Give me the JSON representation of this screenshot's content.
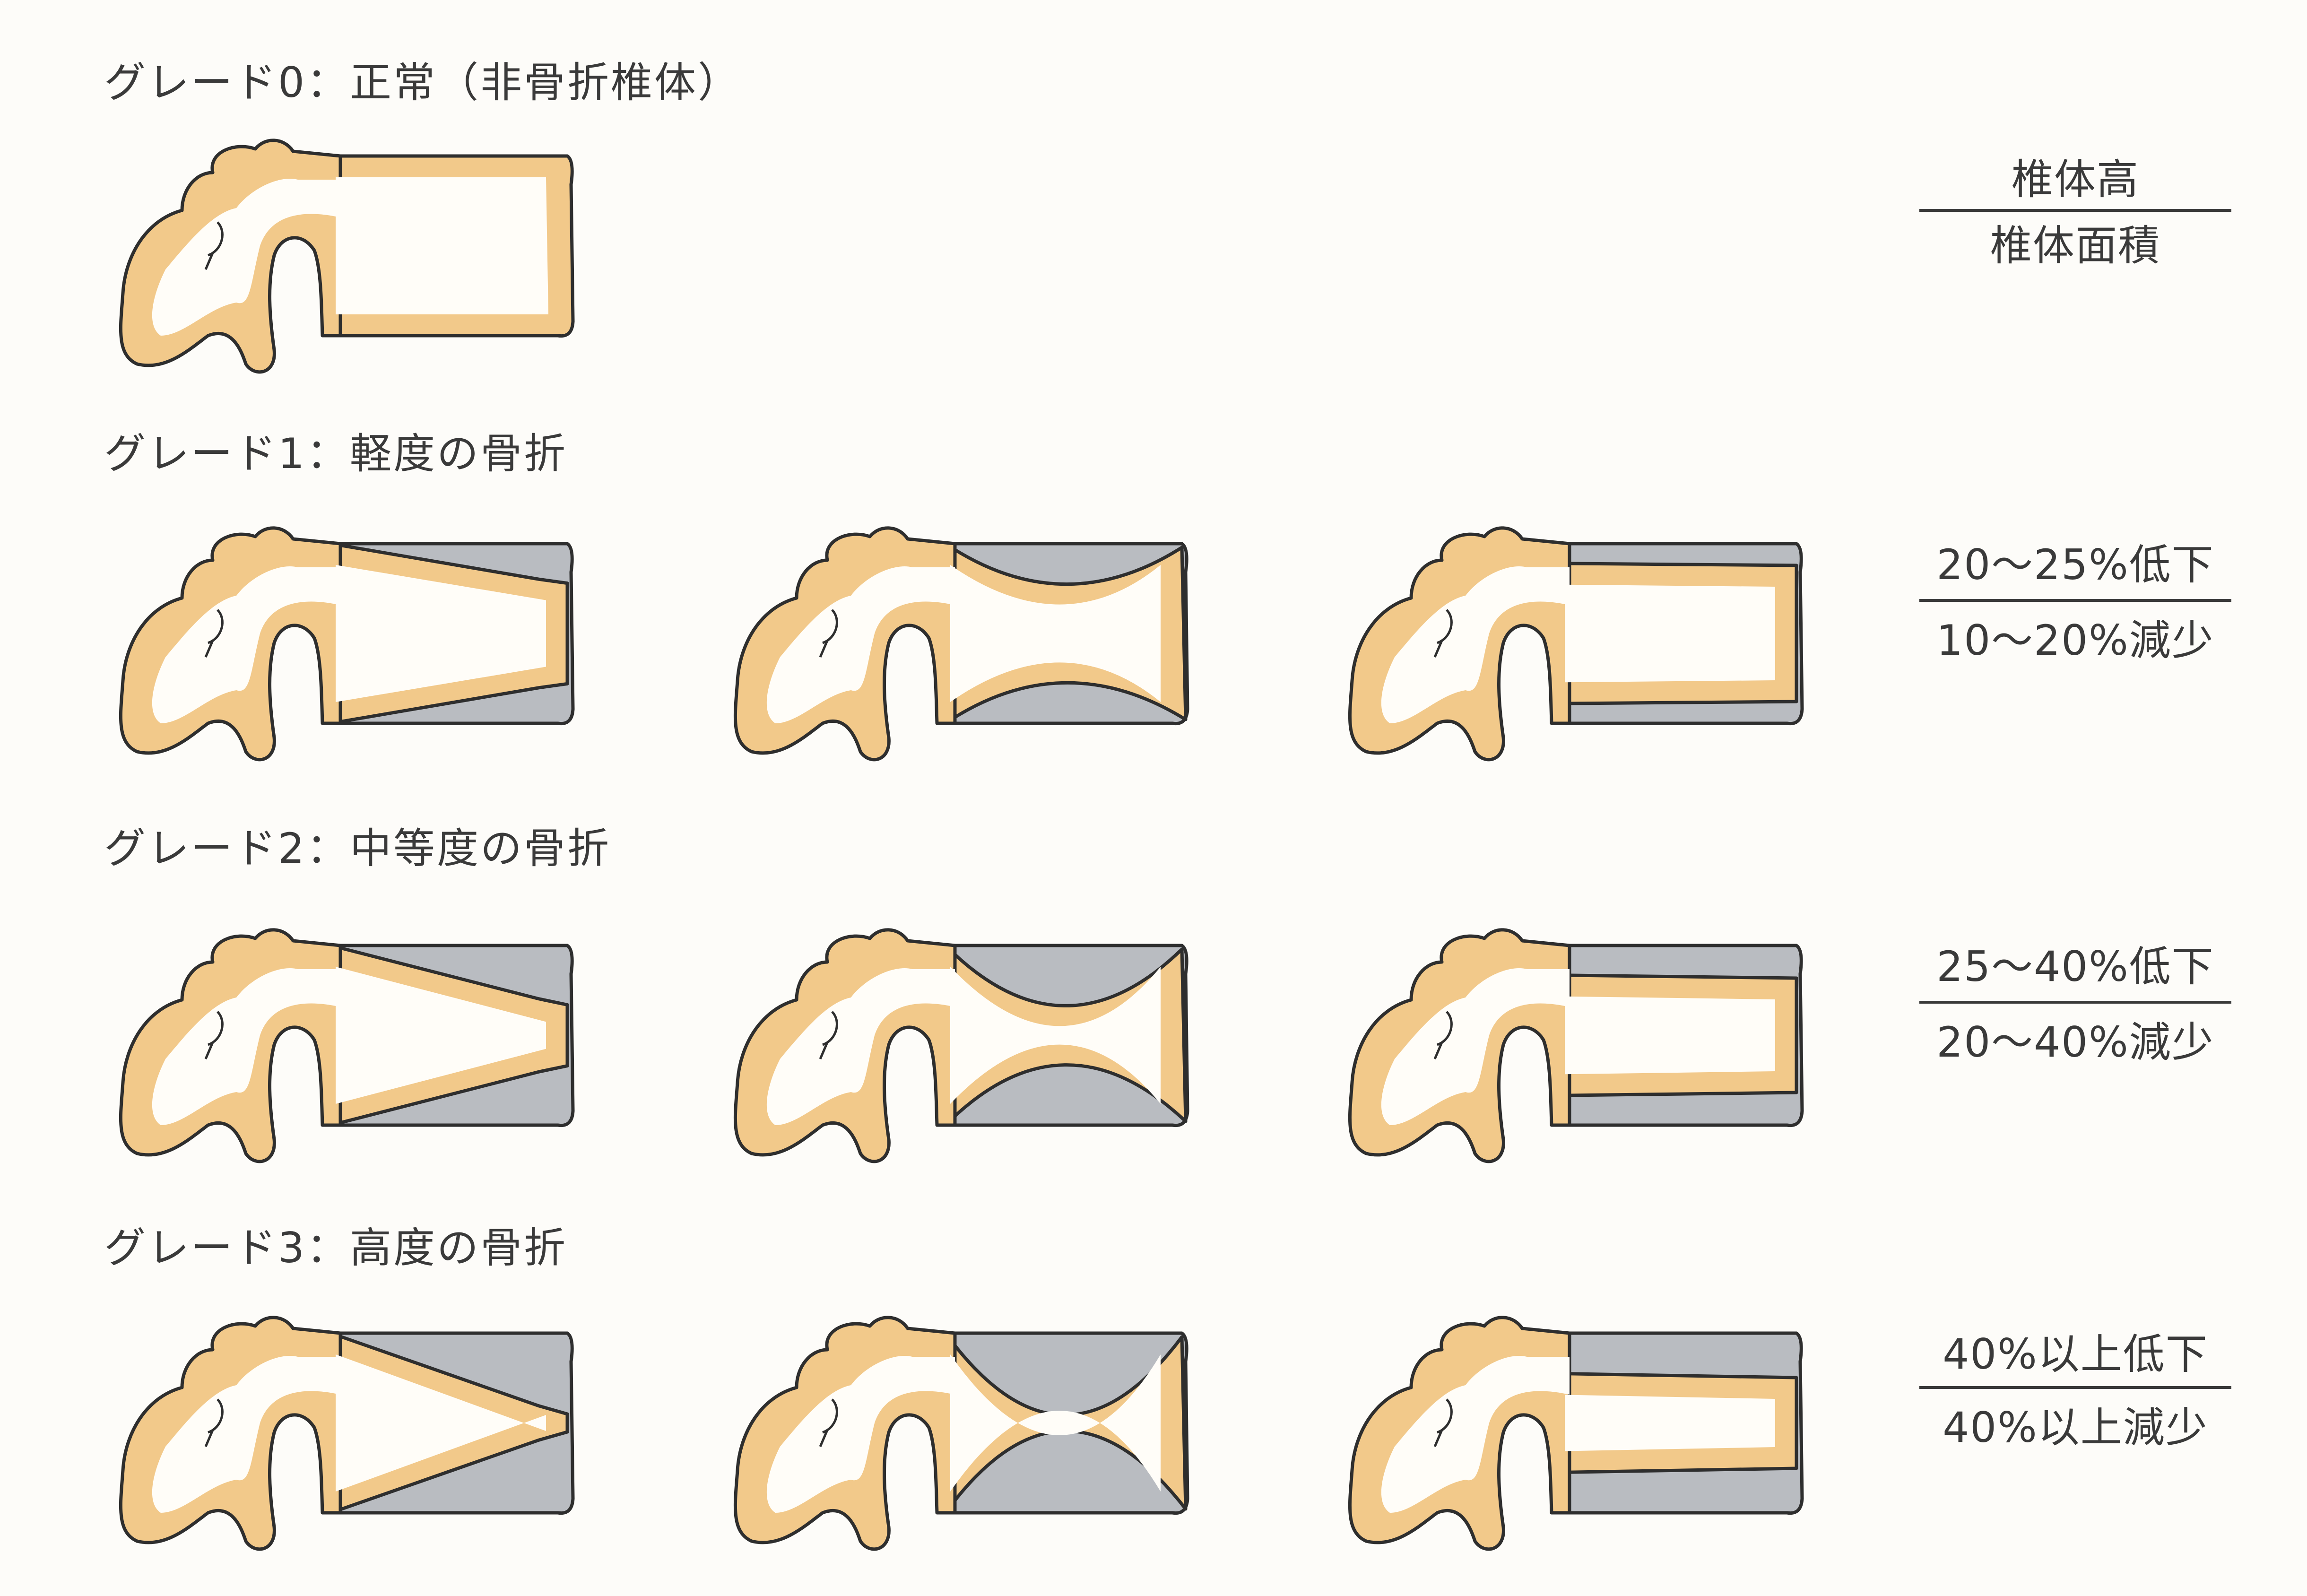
{
  "colors": {
    "background": "#fdfcf9",
    "outline": "#2e2e2e",
    "bone_rim": "#f2c98a",
    "bone_inner": "#fffdf8",
    "compressed_region": "#b9bcc1"
  },
  "legend": {
    "numerator": "椎体高",
    "denominator": "椎体面積"
  },
  "grades": [
    {
      "title": "グレード0：正常（非骨折椎体）",
      "ratio_top": "",
      "ratio_bottom": "",
      "vertebrae": [
        {
          "shape": "normal",
          "compression": 0
        }
      ]
    },
    {
      "title": "グレード1：軽度の骨折",
      "ratio_top": "20～25%低下",
      "ratio_bottom": "10～20%減少",
      "vertebrae": [
        {
          "shape": "wedge",
          "compression": 0.22
        },
        {
          "shape": "biconcave",
          "compression": 0.22
        },
        {
          "shape": "crush",
          "compression": 0.22
        }
      ]
    },
    {
      "title": "グレード2：中等度の骨折",
      "ratio_top": "25～40%低下",
      "ratio_bottom": "20～40%減少",
      "vertebrae": [
        {
          "shape": "wedge",
          "compression": 0.33
        },
        {
          "shape": "biconcave",
          "compression": 0.33
        },
        {
          "shape": "crush",
          "compression": 0.33
        }
      ]
    },
    {
      "title": "グレード3：高度の骨折",
      "ratio_top": "40%以上低下",
      "ratio_bottom": "40%以上減少",
      "vertebrae": [
        {
          "shape": "wedge",
          "compression": 0.45
        },
        {
          "shape": "biconcave",
          "compression": 0.45
        },
        {
          "shape": "crush",
          "compression": 0.45
        }
      ]
    }
  ]
}
